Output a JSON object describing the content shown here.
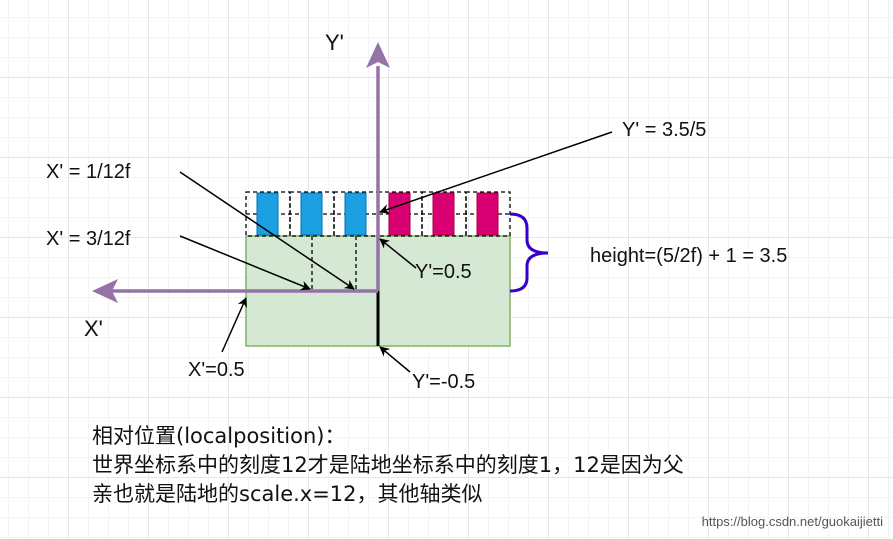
{
  "labels": {
    "y_axis": "Y'",
    "x_axis": "X'",
    "y_top": "Y' = 3.5/5",
    "x_one_twelfth": "X' = 1/12f",
    "x_three_twelfth": "X' = 3/12f",
    "y_half": "Y'=0.5",
    "x_half": "X'=0.5",
    "y_neg_half": "Y'=-0.5",
    "height": "height=(5/2f) + 1 = 3.5"
  },
  "note": {
    "line1": "相对位置(localposition)：",
    "line2": "世界坐标系中的刻度12才是陆地坐标系中的刻度1，12是因为父",
    "line3": "亲也就是陆地的scale.x=12，其他轴类似"
  },
  "watermark": "https://blog.csdn.net/guokaijietti",
  "colors": {
    "ground_fill": "#d5e8d4",
    "ground_stroke": "#82b366",
    "blue_block": "#1ba1e2",
    "magenta_block": "#d80073",
    "axis": "#9673a6",
    "brace": "#3700cc"
  },
  "blocks": {
    "blue_count": 3,
    "magenta_count": 3
  }
}
